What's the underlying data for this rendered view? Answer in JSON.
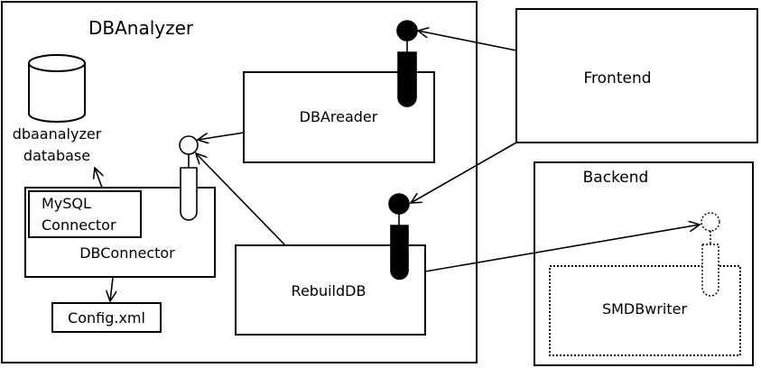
{
  "containers": {
    "dbanalyzer": "DBAnalyzer",
    "frontend": "Frontend",
    "backend": "Backend"
  },
  "components": {
    "dbreader": "DBAreader",
    "rebuilddb": "RebuildDB",
    "dbconnector": "DBConnector",
    "mysql_connector": [
      "MySQL",
      "Connector"
    ],
    "config": "Config.xml",
    "smdbwriter": "SMDBwriter",
    "database": [
      "dbaanalyzer",
      "database"
    ]
  }
}
